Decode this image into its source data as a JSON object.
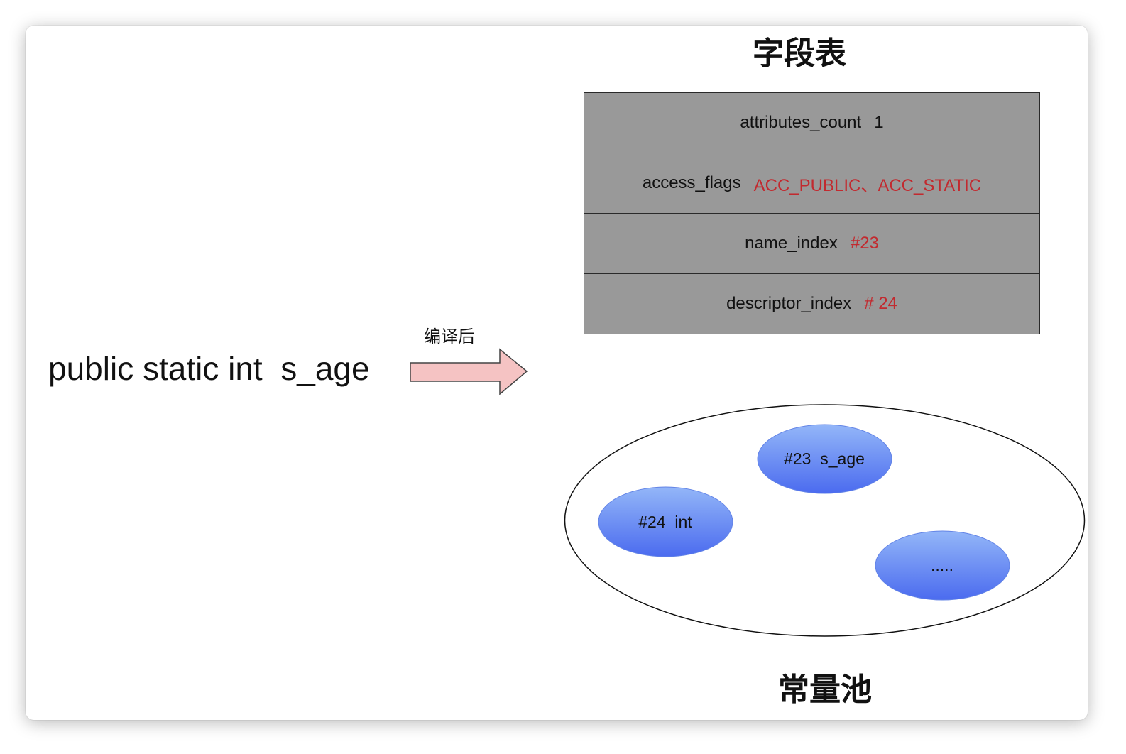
{
  "field_table": {
    "title": "字段表",
    "rows": [
      {
        "label": "attributes_count",
        "value": "1",
        "value_color": "#111111"
      },
      {
        "label": "access_flags",
        "value": "ACC_PUBLIC、ACC_STATIC",
        "value_color": "#c22a2f"
      },
      {
        "label": "name_index",
        "value": "#23",
        "value_color": "#c22a2f"
      },
      {
        "label": "descriptor_index",
        "value": "# 24",
        "value_color": "#c22a2f"
      }
    ]
  },
  "source": {
    "declaration": "public static int  s_age"
  },
  "compile_arrow": {
    "label": "编译后"
  },
  "constant_pool": {
    "title": "常量池",
    "entries": [
      {
        "text": "#23  s_age"
      },
      {
        "text": "#24  int"
      },
      {
        "text": "....."
      }
    ]
  },
  "colors": {
    "table_fill": "#999999",
    "table_border": "#2a2a2a",
    "arrow_fill": "#f5c3c3",
    "arrow_stroke": "#444444",
    "pool_outline": "#111111",
    "bubble_top": "#93b6f8",
    "bubble_bottom": "#4b6bef",
    "bubble_stroke": "#6283e6"
  }
}
